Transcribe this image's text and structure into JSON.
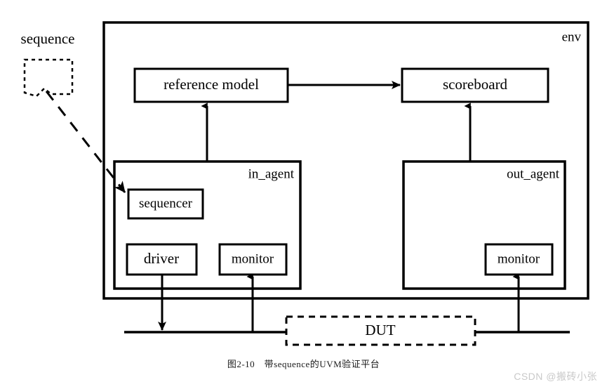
{
  "figure": {
    "caption": "图2-10　带sequence的UVM验证平台",
    "watermark": "CSDN @搬砖小张",
    "stroke_color": "#000000",
    "background_color": "#ffffff",
    "watermark_color": "#c9c9c9"
  },
  "env": {
    "title": "env"
  },
  "sequence": {
    "label": "sequence"
  },
  "nodes": {
    "reference_model": "reference model",
    "scoreboard": "scoreboard",
    "sequencer": "sequencer",
    "driver": "driver",
    "in_monitor": "monitor",
    "out_monitor": "monitor",
    "dut": "DUT"
  },
  "agents": {
    "in_agent": "in_agent",
    "out_agent": "out_agent"
  },
  "connections": [
    {
      "from": "sequence",
      "to": "sequencer",
      "style": "dashed",
      "arrow": "single"
    },
    {
      "from": "in_agent",
      "to": "reference model",
      "style": "solid",
      "arrow": "single"
    },
    {
      "from": "reference model",
      "to": "scoreboard",
      "style": "solid",
      "arrow": "single"
    },
    {
      "from": "out_agent",
      "to": "scoreboard",
      "style": "solid",
      "arrow": "single"
    },
    {
      "from": "driver",
      "to": "bus",
      "style": "solid",
      "arrow": "single"
    },
    {
      "from": "bus",
      "to": "in monitor",
      "style": "solid",
      "arrow": "single"
    },
    {
      "from": "bus",
      "to": "out monitor",
      "style": "solid",
      "arrow": "single"
    }
  ]
}
